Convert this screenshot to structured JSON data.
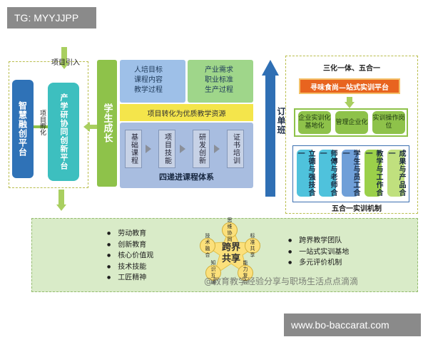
{
  "badge_top": "TG: MYYJJPP",
  "badge_bottom": "www.bo-baccarat.com",
  "project_intro_label": "项目引入",
  "left_box": {
    "label": "智慧融创平台"
  },
  "incubate_label": "项目孵化",
  "mid_box": {
    "label": "产学研协同创新平台"
  },
  "growth_bar": "学生成长",
  "top_blue_items": [
    "人培目标",
    "课程内容",
    "教学过程"
  ],
  "top_green_items": [
    "产业需求",
    "职业标准",
    "生产过程"
  ],
  "yellow_banner": "项目转化为优质教学资源",
  "course_steps": [
    "基础课程",
    "项目技能",
    "研发创新",
    "证书培训"
  ],
  "course_system_label": "四递进课程体系",
  "order_class": "订单班",
  "right_title": "三化一体、五合一",
  "platform_banner": "寻味食尚—站式实训平台",
  "green_boxes": [
    "企业实训化基地化",
    "管理企业化",
    "实训操作岗位"
  ],
  "mech_boxes": [
    "立德与强技合一",
    "师傅与老师合一",
    "学生与员工合一",
    "教学与工作合一",
    "成果与产品合一"
  ],
  "five_in_one_label": "五合一实训机制",
  "left_bullets": [
    "劳动教育",
    "创新教育",
    "核心价值观",
    "技术技能",
    "工匠精神"
  ],
  "right_bullets": [
    "跨界教学团队",
    "一站式实训基地",
    "多元评价机制"
  ],
  "center_label": "跨界共享",
  "circle_labels": [
    "思维协同",
    "技术融合",
    "标准共享",
    "知识互通",
    "能力复合"
  ],
  "watermark": "@教育教学经验分享与职场生活点点滴滴"
}
